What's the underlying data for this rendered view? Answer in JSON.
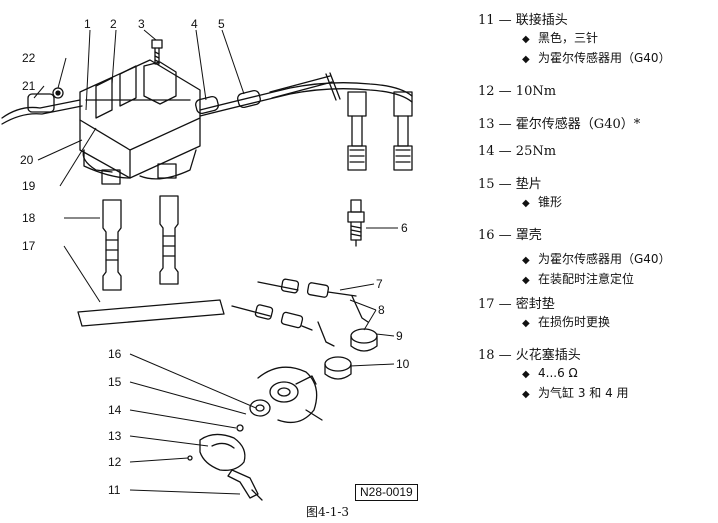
{
  "callouts": [
    "1",
    "2",
    "3",
    "4",
    "5",
    "6",
    "7",
    "8",
    "9",
    "10",
    "11",
    "12",
    "13",
    "14",
    "15",
    "16",
    "17",
    "18",
    "19",
    "20",
    "21",
    "22"
  ],
  "legend": [
    {
      "title": "11 — 联接插头",
      "subs": [
        "黑色，三针",
        "为霍尔传感器用（G40）"
      ]
    },
    {
      "title": "12 — 10Nm",
      "subs": []
    },
    {
      "title": "13 — 霍尔传感器（G40）*",
      "subs": []
    },
    {
      "title": "14 — 25Nm",
      "subs": []
    },
    {
      "title": "15 — 垫片",
      "subs": [
        "锥形"
      ]
    },
    {
      "title": "16 — 罩壳",
      "subs": [
        "为霍尔传感器用（G40）",
        "在装配时注意定位"
      ]
    },
    {
      "title": "17 — 密封垫",
      "subs": [
        "在损伤时更换"
      ]
    },
    {
      "title": "18 — 火花塞插头",
      "subs": [
        "4...6 Ω",
        "为气缸 3 和 4 用"
      ]
    }
  ],
  "bullet_glyph": "◆",
  "ref_code": "N28-0019",
  "figure_caption": "图4-1-3"
}
